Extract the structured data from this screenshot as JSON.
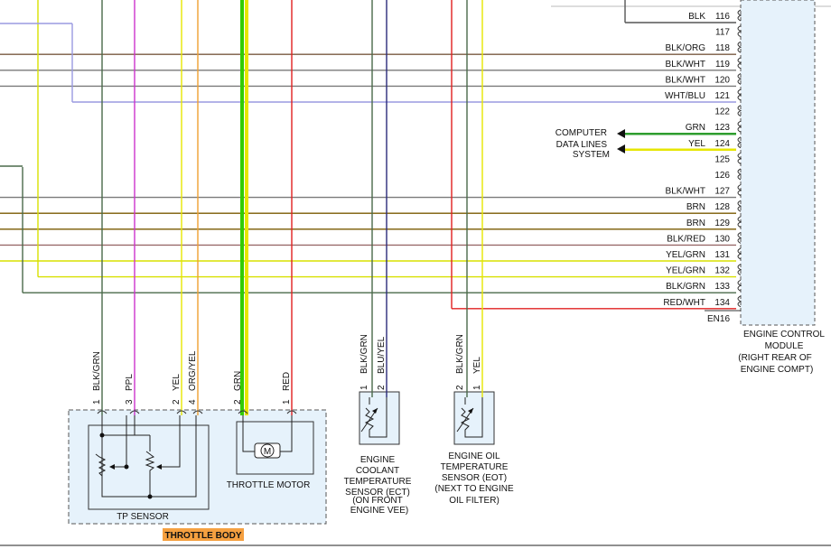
{
  "ecm": {
    "label_lines": [
      "ENGINE CONTROL",
      "MODULE",
      "(RIGHT REAR OF",
      "ENGINE COMPT)"
    ],
    "connector": "EN16",
    "fill": "#e6f2fb"
  },
  "ecm_pins": [
    {
      "pin": "116",
      "color_name": "BLK",
      "hex": "#555555"
    },
    {
      "pin": "117",
      "color_name": "",
      "hex": ""
    },
    {
      "pin": "118",
      "color_name": "BLK/ORG",
      "hex": "#7a5a40"
    },
    {
      "pin": "119",
      "color_name": "BLK/WHT",
      "hex": "#7a7a7a"
    },
    {
      "pin": "120",
      "color_name": "BLK/WHT",
      "hex": "#7a7a7a"
    },
    {
      "pin": "121",
      "color_name": "WHT/BLU",
      "hex": "#9a9ae0"
    },
    {
      "pin": "122",
      "color_name": "",
      "hex": ""
    },
    {
      "pin": "123",
      "color_name": "GRN",
      "hex": "#2e9e2e"
    },
    {
      "pin": "124",
      "color_name": "YEL",
      "hex": "#e6e600"
    },
    {
      "pin": "125",
      "color_name": "",
      "hex": ""
    },
    {
      "pin": "126",
      "color_name": "",
      "hex": ""
    },
    {
      "pin": "127",
      "color_name": "BLK/WHT",
      "hex": "#7a7a7a"
    },
    {
      "pin": "128",
      "color_name": "BRN",
      "hex": "#7a5a00"
    },
    {
      "pin": "129",
      "color_name": "BRN",
      "hex": "#7a5a00"
    },
    {
      "pin": "130",
      "color_name": "BLK/RED",
      "hex": "#9a6a6a"
    },
    {
      "pin": "131",
      "color_name": "YEL/GRN",
      "hex": "#d8e000"
    },
    {
      "pin": "132",
      "color_name": "YEL/GRN",
      "hex": "#d8e000"
    },
    {
      "pin": "133",
      "color_name": "BLK/GRN",
      "hex": "#4a6a4a"
    },
    {
      "pin": "134",
      "color_name": "RED/WHT",
      "hex": "#e02020"
    }
  ],
  "computer_data_lines": [
    "COMPUTER",
    "DATA LINES",
    "SYSTEM"
  ],
  "throttle_body": {
    "title": "THROTTLE BODY",
    "tp_sensor": "TP SENSOR",
    "throttle_motor": "THROTTLE MOTOR",
    "motor_symbol": "M",
    "wires": [
      {
        "pin": "1",
        "color_name": "BLK/GRN",
        "hex": "#4a6a4a"
      },
      {
        "pin": "3",
        "color_name": "PPL",
        "hex": "#cc33cc"
      },
      {
        "pin": "2",
        "color_name": "YEL",
        "hex": "#e6e600"
      },
      {
        "pin": "4",
        "color_name": "ORG/YEL",
        "hex": "#f0a030"
      },
      {
        "pin": "2",
        "color_name": "GRN",
        "hex": "#33cc00"
      },
      {
        "pin": "1",
        "color_name": "RED",
        "hex": "#e02020"
      }
    ]
  },
  "ect_sensor": {
    "label_lines": [
      "ENGINE",
      "COOLANT",
      "TEMPERATURE",
      "SENSOR (ECT)",
      "(ON FRONT",
      "ENGINE VEE)"
    ],
    "wires": [
      {
        "pin": "1",
        "color_name": "BLK/GRN",
        "hex": "#4a6a4a"
      },
      {
        "pin": "2",
        "color_name": "BLU/YEL",
        "hex": "#2a2a7a"
      }
    ]
  },
  "eot_sensor": {
    "label_lines": [
      "ENGINE OIL",
      "TEMPERATURE",
      "SENSOR (EOT)",
      "(NEXT TO ENGINE",
      "OIL FILTER)"
    ],
    "wires": [
      {
        "pin": "2",
        "color_name": "BLK/GRN",
        "hex": "#4a6a4a"
      },
      {
        "pin": "1",
        "color_name": "YEL",
        "hex": "#e6e600"
      }
    ]
  },
  "colors": {
    "component_fill": "#e6f2fb",
    "throttle_title_bg": "#f5a040",
    "outline": "#333333"
  }
}
